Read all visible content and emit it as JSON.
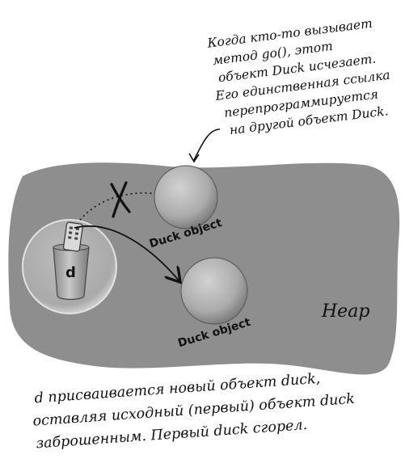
{
  "callout": {
    "lines": [
      "Когда кто-то вызывает",
      "метод go(), этот",
      "объект Duck исчезает.",
      "Его единственная ссылка",
      "перепрограммируется",
      "на другой объект Duck."
    ]
  },
  "heap_label": "Heap",
  "duck_object_label_1": "Duck object",
  "duck_object_label_2": "Duck object",
  "reference_variable": "d",
  "caption": {
    "lines": [
      "d присваивается новый объект duck,",
      "оставляя исходный (первый) объект duck",
      "заброшенным. Первый duck сгорел."
    ]
  },
  "colors": {
    "heap": "#8e8e8e",
    "object_fill": "#b3b3b3",
    "ink": "#111111"
  }
}
